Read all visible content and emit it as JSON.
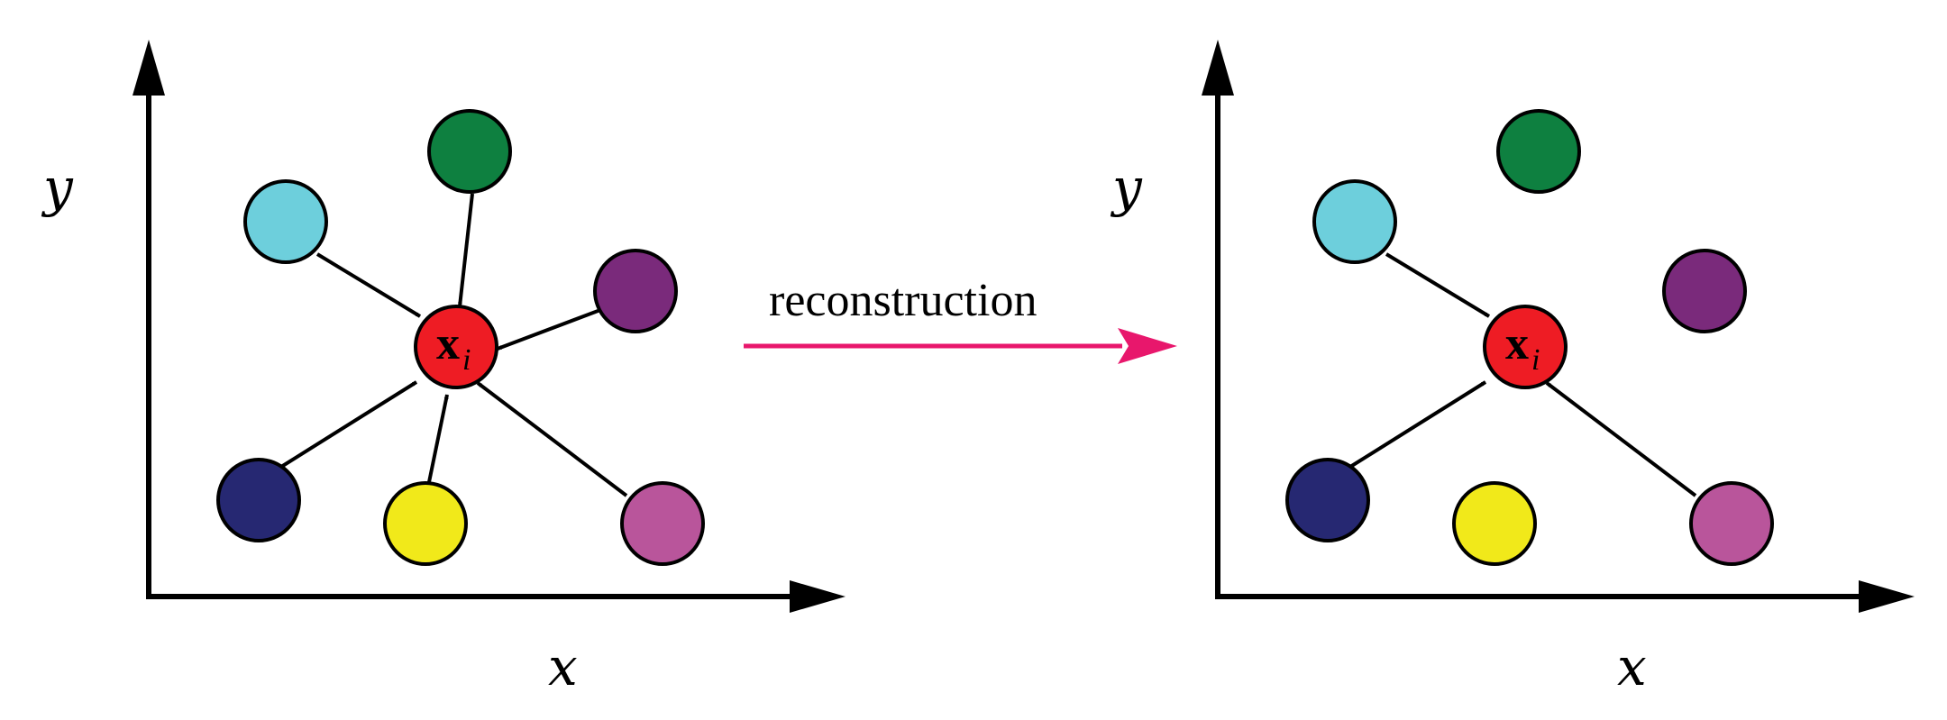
{
  "diagram": {
    "transition_label": "reconstruction",
    "colors": {
      "center": "#ee1c24",
      "cyan": "#6dcfdc",
      "green": "#0e8040",
      "purple": "#7a2a7b",
      "navy": "#262872",
      "yellow": "#f1e91a",
      "pink": "#b9559b",
      "transition_arrow": "#e8176c"
    },
    "left_panel": {
      "x_axis_label": "x",
      "y_axis_label": "y",
      "center_node": {
        "label_main": "x",
        "label_sub": "i"
      },
      "neighbors": [
        {
          "id": "cyan",
          "connected": true
        },
        {
          "id": "green",
          "connected": true
        },
        {
          "id": "purple",
          "connected": true
        },
        {
          "id": "navy",
          "connected": true
        },
        {
          "id": "yellow",
          "connected": true
        },
        {
          "id": "pink",
          "connected": true
        }
      ]
    },
    "right_panel": {
      "x_axis_label": "x",
      "y_axis_label": "y",
      "center_node": {
        "label_main": "x",
        "label_sub": "i"
      },
      "neighbors": [
        {
          "id": "cyan",
          "connected": true
        },
        {
          "id": "green",
          "connected": false
        },
        {
          "id": "purple",
          "connected": false
        },
        {
          "id": "navy",
          "connected": true
        },
        {
          "id": "yellow",
          "connected": false
        },
        {
          "id": "pink",
          "connected": true
        }
      ]
    }
  }
}
